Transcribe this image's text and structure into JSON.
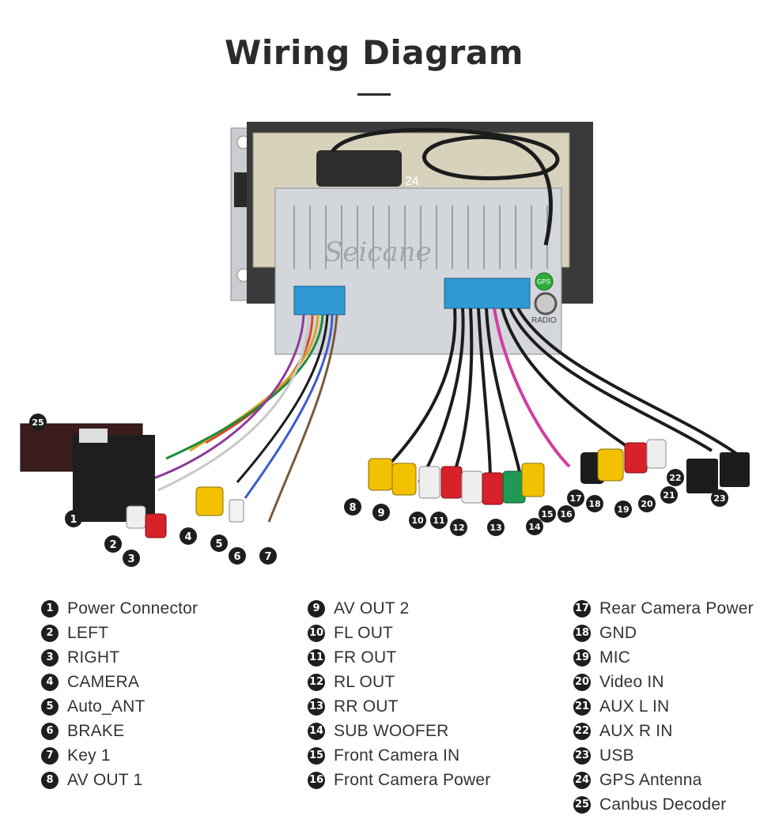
{
  "title": "Wiring Diagram",
  "brand_watermark": "Seicane",
  "unit_labels": {
    "gps_tag": "24",
    "radio": "RADIO",
    "gps_port": "GPS"
  },
  "colors": {
    "rca_yellow": "#f2c200",
    "rca_red": "#d8222a",
    "rca_white": "#eeeeee",
    "rca_green": "#1f9a55",
    "badge": "#1e1e1e"
  },
  "diagram_badges": [
    "1",
    "2",
    "3",
    "4",
    "5",
    "6",
    "7",
    "8",
    "9",
    "10",
    "11",
    "12",
    "13",
    "14",
    "15",
    "16",
    "17",
    "18",
    "19",
    "20",
    "21",
    "22",
    "23",
    "25"
  ],
  "legend": {
    "col1": [
      {
        "num": "1",
        "label": "Power Connector"
      },
      {
        "num": "2",
        "label": "LEFT"
      },
      {
        "num": "3",
        "label": "RIGHT"
      },
      {
        "num": "4",
        "label": "CAMERA"
      },
      {
        "num": "5",
        "label": "Auto_ANT"
      },
      {
        "num": "6",
        "label": "BRAKE"
      },
      {
        "num": "7",
        "label": "Key 1"
      },
      {
        "num": "8",
        "label": "AV OUT 1"
      }
    ],
    "col2": [
      {
        "num": "9",
        "label": "AV OUT 2"
      },
      {
        "num": "10",
        "label": "FL OUT"
      },
      {
        "num": "11",
        "label": "FR OUT"
      },
      {
        "num": "12",
        "label": "RL OUT"
      },
      {
        "num": "13",
        "label": "RR OUT"
      },
      {
        "num": "14",
        "label": "SUB WOOFER"
      },
      {
        "num": "15",
        "label": "Front Camera IN"
      },
      {
        "num": "16",
        "label": "Front Camera Power"
      }
    ],
    "col3": [
      {
        "num": "17",
        "label": "Rear Camera Power"
      },
      {
        "num": "18",
        "label": "GND"
      },
      {
        "num": "19",
        "label": "MIC"
      },
      {
        "num": "20",
        "label": "Video IN"
      },
      {
        "num": "21",
        "label": "AUX  L IN"
      },
      {
        "num": "22",
        "label": "AUX  R IN"
      },
      {
        "num": "23",
        "label": "USB"
      },
      {
        "num": "24",
        "label": "GPS Antenna"
      },
      {
        "num": "25",
        "label": "Canbus Decoder"
      }
    ]
  }
}
